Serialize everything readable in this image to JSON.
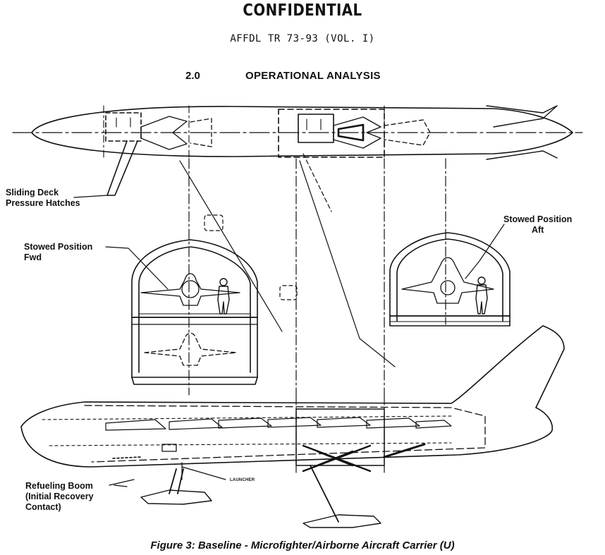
{
  "header": {
    "classification": "CONFIDENTIAL",
    "report_id": "AFFDL TR 73-93 (VOL. I)",
    "section_number": "2.0",
    "section_title": "OPERATIONAL ANALYSIS"
  },
  "figure": {
    "labels": {
      "sliding_deck": [
        "Sliding Deck",
        "Pressure Hatches"
      ],
      "stowed_fwd": [
        "Stowed Position",
        "Fwd"
      ],
      "stowed_aft": [
        "Stowed Position",
        "Aft"
      ],
      "launcher": "LAUNCHER",
      "refueling": [
        "Refueling Boom",
        "(Initial Recovery",
        "Contact)"
      ]
    },
    "caption": "Figure 3:  Baseline - Microfighter/Airborne Aircraft Carrier (U)"
  }
}
